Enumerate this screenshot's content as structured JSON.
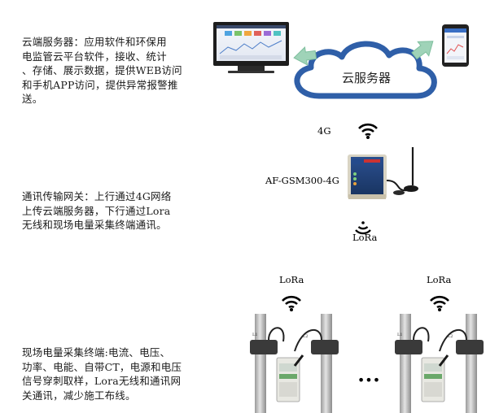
{
  "texts": {
    "cloud_description": "云端服务器：应用软件和环保用\n电监管云平台软件，接收、统计\n、存储、展示数据，提供WEB访问\n和手机APP访问，提供异常报警推\n送。",
    "gateway_description": "通讯传输网关：上行通过4G网络\n上传云端服务器，下行通过Lora\n无线和现场电量采集终端通讯。",
    "terminal_description": "现场电量采集终端:电流、电压、\n功率、电能、自带CT，电源和电压\n信号穿刺取样，Lora无线和通讯网\n关通讯，减少施工布线。"
  },
  "labels": {
    "cloud": "云服务器",
    "uplink": "4G",
    "gateway_model": "AF-GSM300-4G",
    "downlink": "LoRa",
    "terminal_left_link": "LoRa",
    "terminal_right_link": "LoRa",
    "ellipsis": "•••",
    "ct_marks": [
      "L1",
      "L2",
      "L1",
      "L2"
    ]
  },
  "icons": [
    "monitor-icon",
    "phone-icon",
    "cloud-icon",
    "wifi-icon",
    "gateway-device-icon",
    "antenna-icon",
    "meter-icon"
  ],
  "colors": {
    "cloud_stroke": "#2f5fa8",
    "arrow": "#9fd3b8",
    "arrow_stroke": "#7fbf9e",
    "device_blue": "#1f3f7a",
    "pipe": "#b7b7b7"
  }
}
